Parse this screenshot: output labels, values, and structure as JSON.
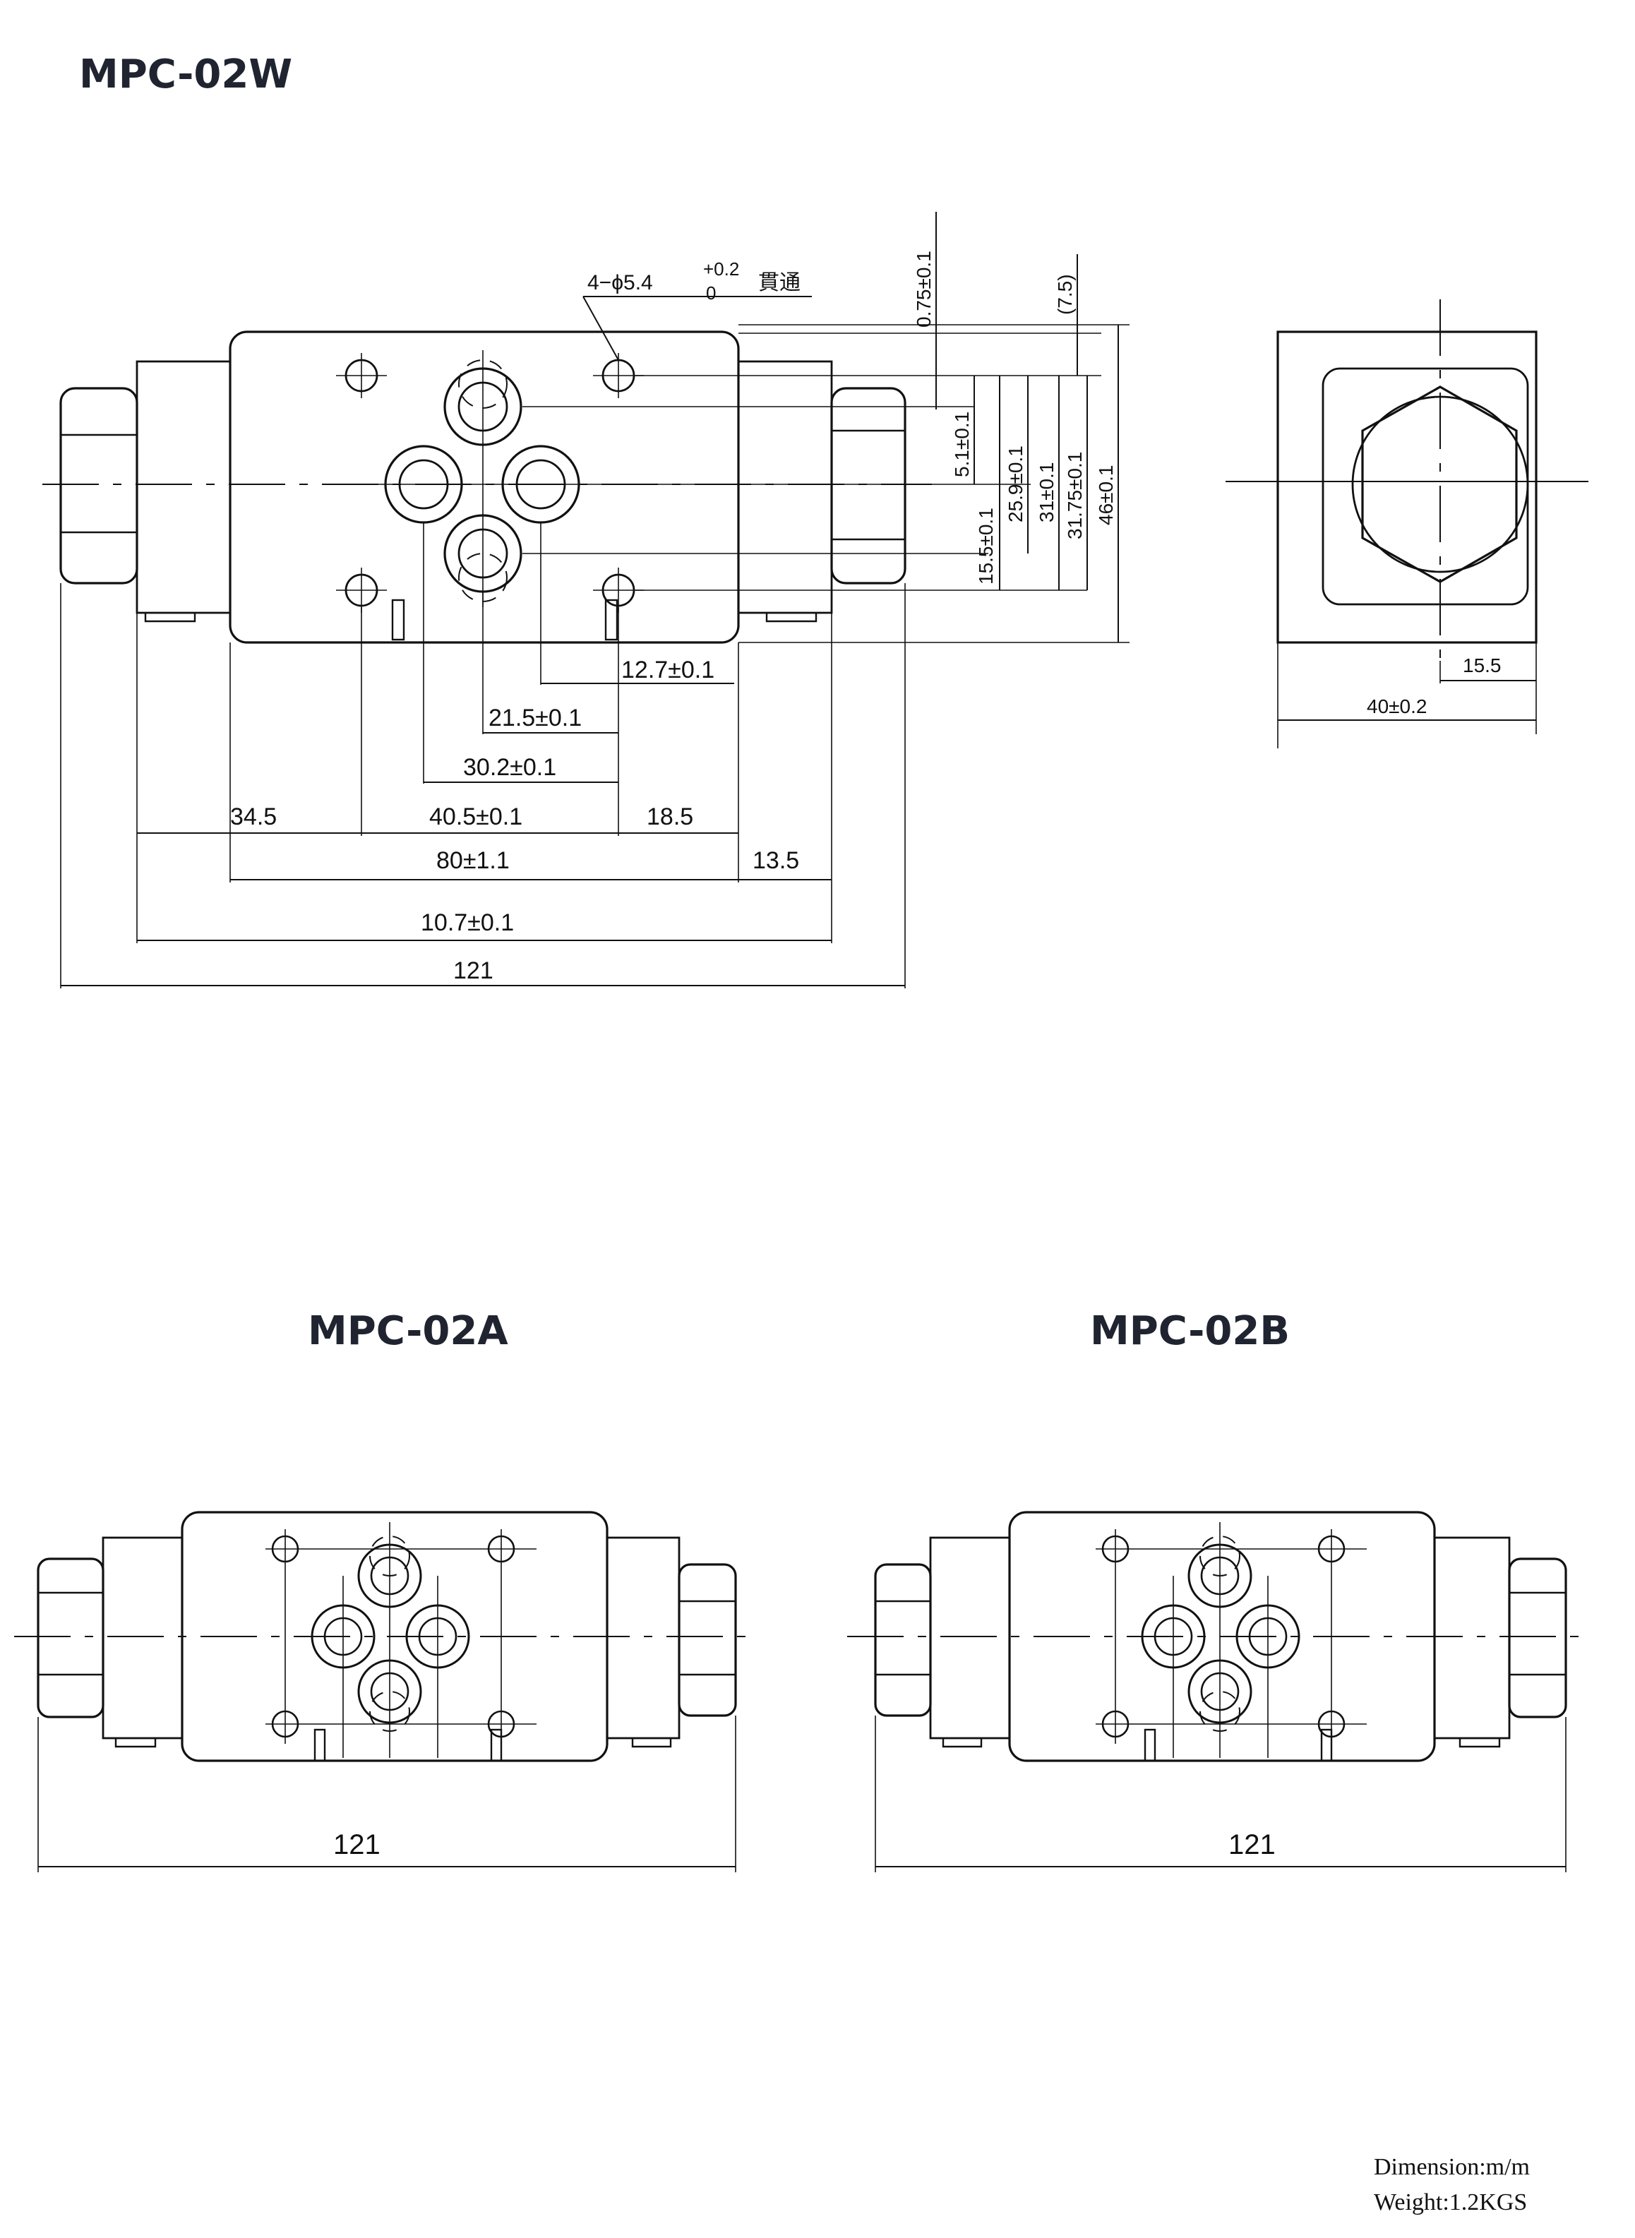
{
  "titles": {
    "top": "MPC-02W",
    "left": "MPC-02A",
    "right": "MPC-02B"
  },
  "mpc02w": {
    "hole_callout": {
      "prefix": "4−ϕ5.4",
      "tol_upper": "+0.2",
      "tol_lower": "0",
      "suffix": "貫通"
    },
    "vertical_dims": [
      "0.75±0.1",
      "(7.5)",
      "5.1±0.1",
      "15.5±0.1",
      "25.9±0.1",
      "31±0.1",
      "31.75±0.1",
      "46±0.1"
    ],
    "horizontal_dims": {
      "d_12_7": "12.7±0.1",
      "d_21_5": "21.5±0.1",
      "d_30_2": "30.2±0.1",
      "d_34_5": "34.5",
      "d_40_5": "40.5±0.1",
      "d_18_5": "18.5",
      "d_80": "80±1.1",
      "d_13_5": "13.5",
      "d_10_7": "10.7±0.1",
      "d_121": "121"
    },
    "side_view_dims": {
      "d_15_5": "15.5",
      "d_40": "40±0.2"
    }
  },
  "mpc02a": {
    "length": "121"
  },
  "mpc02b": {
    "length": "121"
  },
  "notes": {
    "dimension": "Dimension:m/m",
    "weight": "Weight:1.2KGS"
  }
}
